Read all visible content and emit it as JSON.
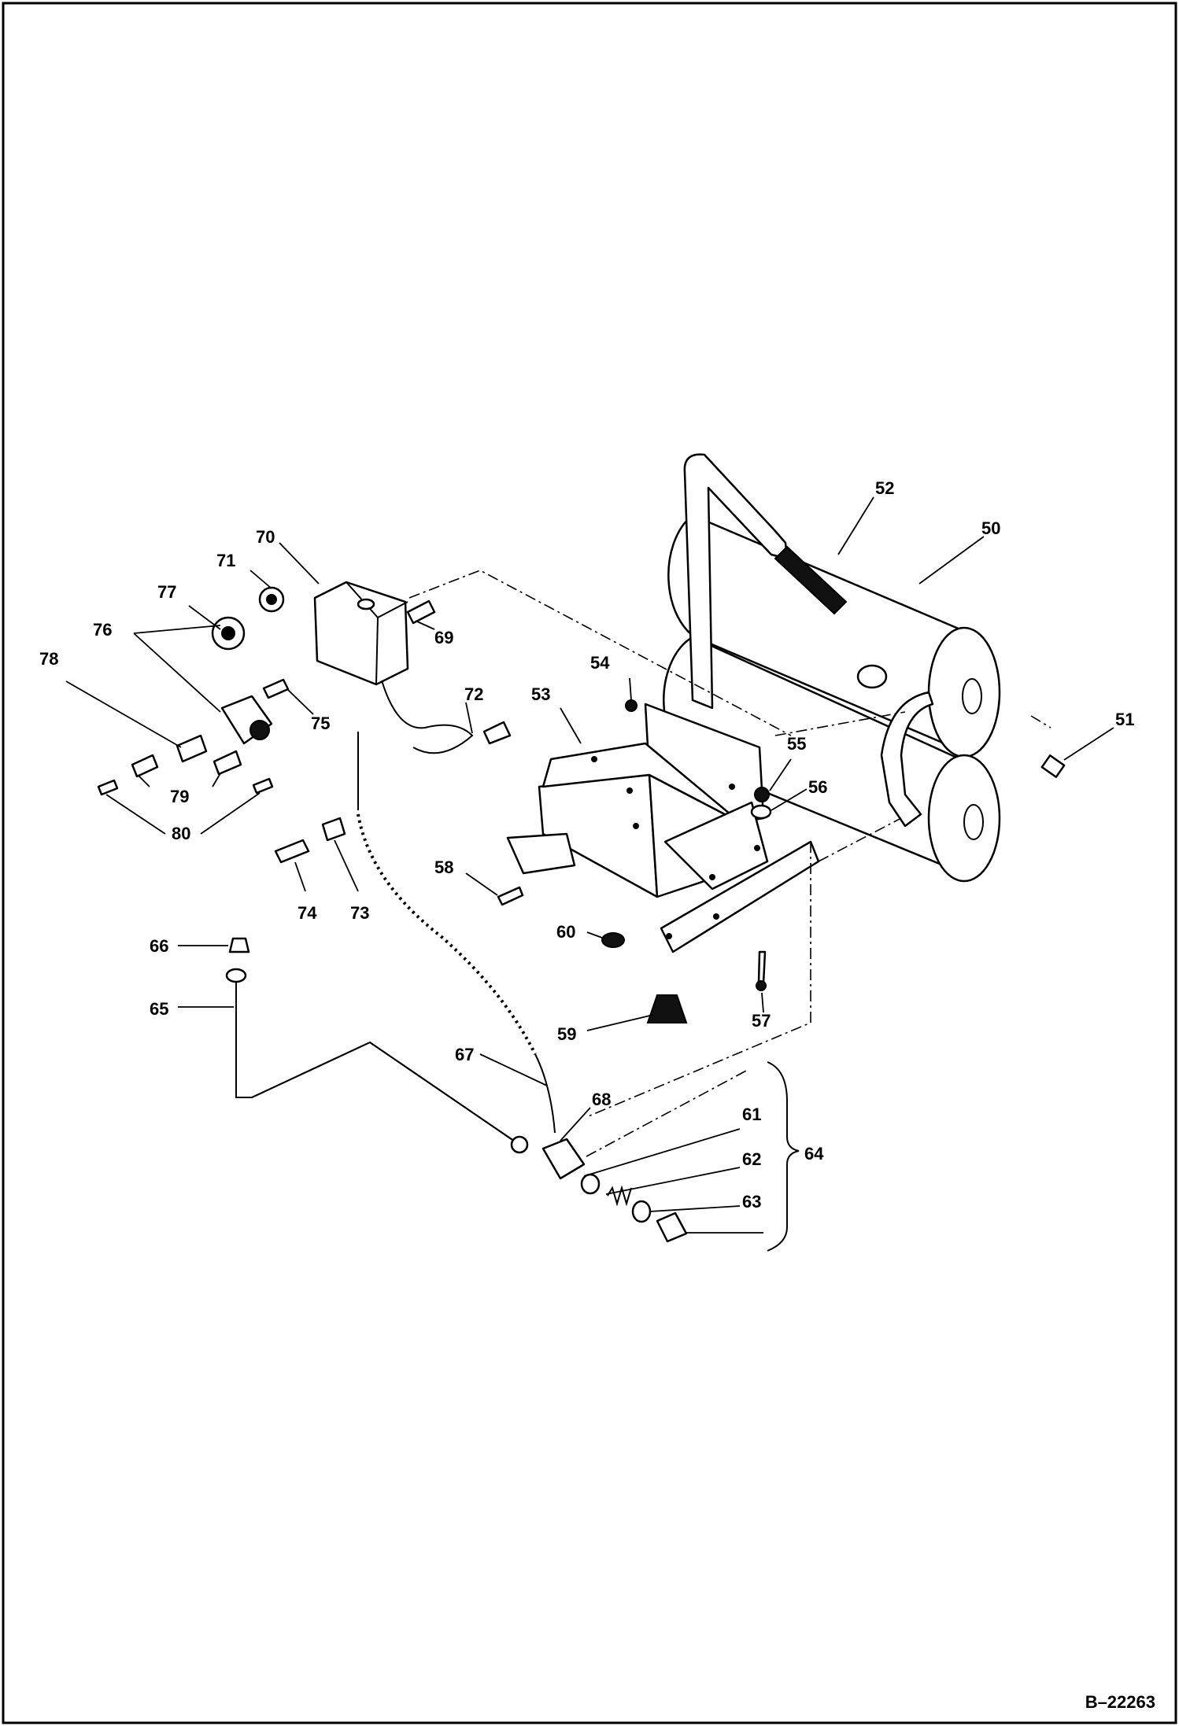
{
  "drawing": {
    "reference": "B–22263",
    "callouts": {
      "c50": "50",
      "c51": "51",
      "c52": "52",
      "c53": "53",
      "c54": "54",
      "c55": "55",
      "c56": "56",
      "c57": "57",
      "c58": "58",
      "c59": "59",
      "c60": "60",
      "c61": "61",
      "c62": "62",
      "c63": "63",
      "c64": "64",
      "c65": "65",
      "c66": "66",
      "c67": "67",
      "c68": "68",
      "c69": "69",
      "c70": "70",
      "c71": "71",
      "c72": "72",
      "c73": "73",
      "c74": "74",
      "c75": "75",
      "c76": "76",
      "c77": "77",
      "c78": "78",
      "c79": "79",
      "c80": "80"
    }
  }
}
